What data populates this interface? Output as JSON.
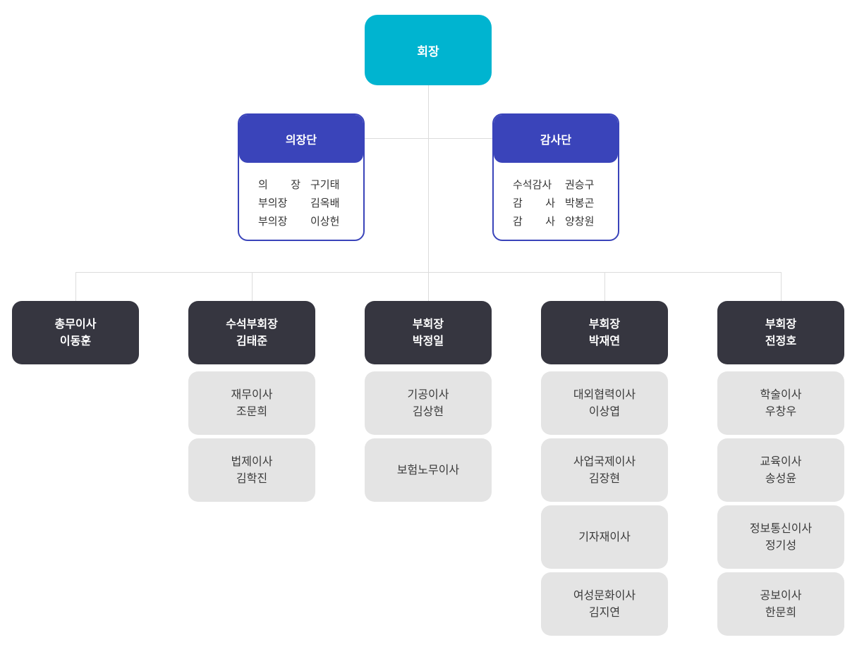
{
  "root": {
    "label": "회장"
  },
  "councils": [
    {
      "id": "assembly",
      "title": "의장단",
      "members": [
        {
          "role": [
            "의",
            "장"
          ],
          "name": "구기태"
        },
        {
          "role": [
            "부의장"
          ],
          "name": "김옥배"
        },
        {
          "role": [
            "부의장"
          ],
          "name": "이상헌"
        }
      ]
    },
    {
      "id": "audit",
      "title": "감사단",
      "members": [
        {
          "role": [
            "수석감사"
          ],
          "name": "권승구"
        },
        {
          "role": [
            "감",
            "사"
          ],
          "name": "박봉곤"
        },
        {
          "role": [
            "감",
            "사"
          ],
          "name": "양창원"
        }
      ]
    }
  ],
  "columns": [
    {
      "head": [
        "총무이사",
        "이동훈"
      ],
      "children": []
    },
    {
      "head": [
        "수석부회장",
        "김태준"
      ],
      "children": [
        [
          "재무이사",
          "조문희"
        ],
        [
          "법제이사",
          "김학진"
        ]
      ]
    },
    {
      "head": [
        "부회장",
        "박정일"
      ],
      "children": [
        [
          "기공이사",
          "김상현"
        ],
        [
          "보험노무이사"
        ]
      ]
    },
    {
      "head": [
        "부회장",
        "박재연"
      ],
      "children": [
        [
          "대외협력이사",
          "이상엽"
        ],
        [
          "사업국제이사",
          "김장현"
        ],
        [
          "기자재이사"
        ],
        [
          "여성문화이사",
          "김지연"
        ]
      ]
    },
    {
      "head": [
        "부회장",
        "전정호"
      ],
      "children": [
        [
          "학술이사",
          "우창우"
        ],
        [
          "교육이사",
          "송성윤"
        ],
        [
          "정보통신이사",
          "정기성"
        ],
        [
          "공보이사",
          "한문희"
        ]
      ]
    }
  ],
  "colors": {
    "root": "#00b4d0",
    "council": "#3a44ba",
    "head": "#363640",
    "child": "#e4e4e4",
    "line": "#dcdcdc"
  }
}
